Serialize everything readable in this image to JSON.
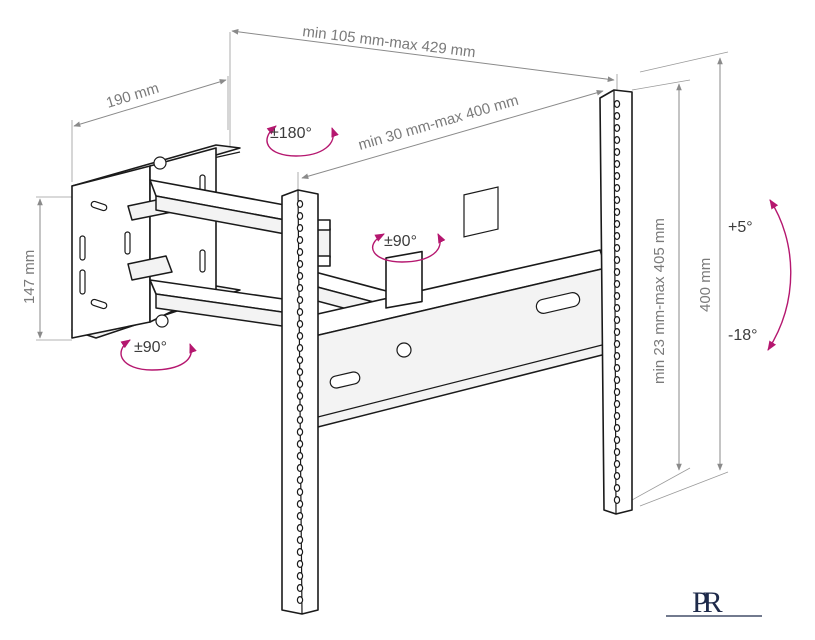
{
  "dimensions": {
    "overall_reach": "min 105 mm-max 429 mm",
    "wall_plate_width": "190 mm",
    "arm_extension": "min 30 mm-max 400 mm",
    "wall_plate_height": "147 mm",
    "bracket_spacing": "min 23 mm-max 405 mm",
    "bracket_height": "400 mm"
  },
  "rotations": {
    "arm_swivel": "±180°",
    "head_swivel": "±90°",
    "wall_swivel": "±90°",
    "tilt_up": "+5°",
    "tilt_down": "-18°"
  },
  "logo": {
    "text": "PR"
  },
  "colors": {
    "rotation_arc": "#b5176f",
    "dimension_line": "#8a8a8a",
    "outline": "#1a1a1a"
  }
}
